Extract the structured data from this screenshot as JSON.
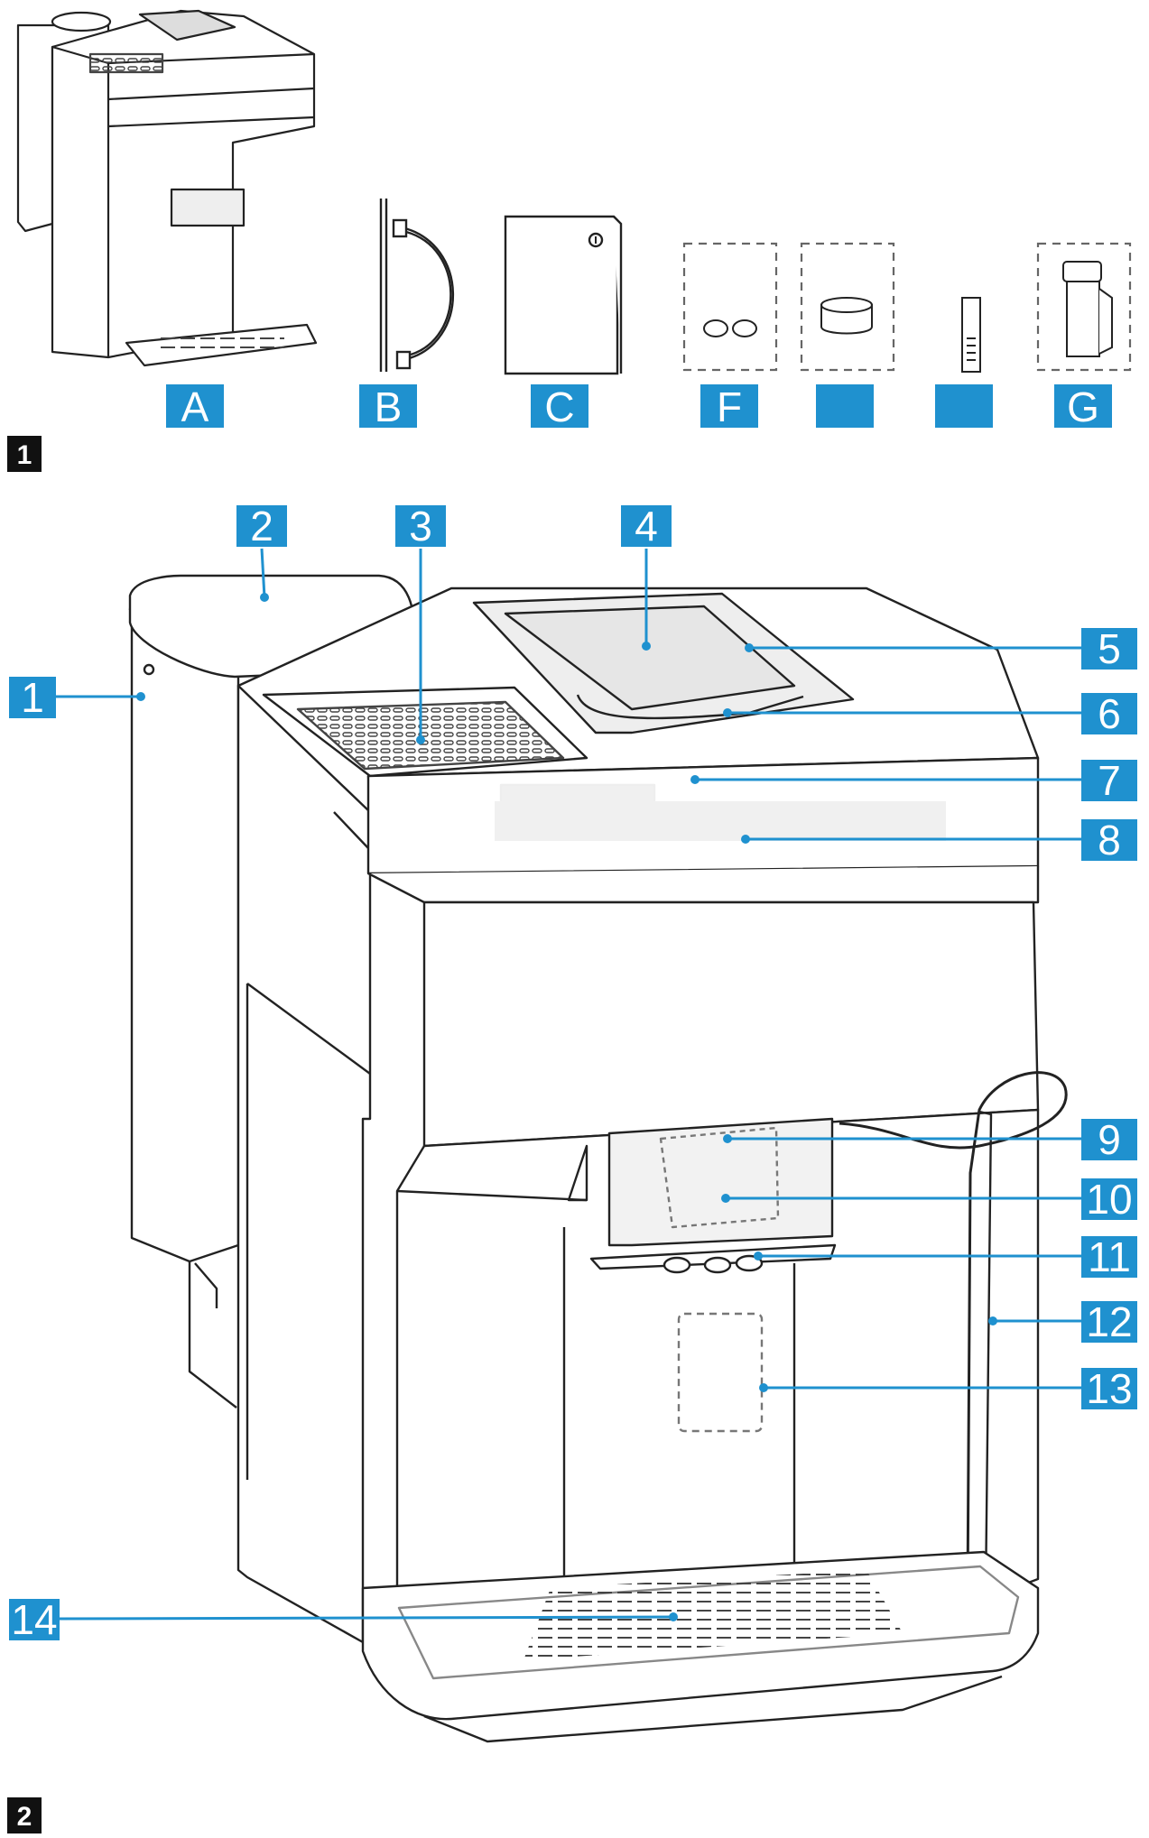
{
  "colors": {
    "badge": "#1f91cf",
    "line": "#1f91cf",
    "outline": "#222222",
    "section_badge": "#111111"
  },
  "section_labels": [
    "1",
    "2"
  ],
  "accessories": [
    {
      "id": "machine",
      "label": "A"
    },
    {
      "id": "milk-tube",
      "label": "B"
    },
    {
      "id": "manual",
      "label": "C"
    },
    {
      "id": "tablets",
      "label": "F"
    },
    {
      "id": "descaler",
      "label": ""
    },
    {
      "id": "test-strip",
      "label": ""
    },
    {
      "id": "water-filter",
      "label": "G"
    }
  ],
  "callouts": [
    {
      "id": "water-tank",
      "label": "1",
      "icon": "water-tank-icon"
    },
    {
      "id": "water-tank-lid",
      "label": "2",
      "icon": "lid-icon"
    },
    {
      "id": "cup-warmer",
      "label": "3",
      "icon": "grid-icon"
    },
    {
      "id": "bean-container-lid",
      "label": "4",
      "icon": "lid-icon"
    },
    {
      "id": "bean-container",
      "label": "5",
      "icon": "container-icon"
    },
    {
      "id": "ground-coffee-chute",
      "label": "6",
      "icon": "chute-icon"
    },
    {
      "id": "controls",
      "label": "7",
      "icon": "button-icon"
    },
    {
      "id": "display",
      "label": "8",
      "icon": "display-icon"
    },
    {
      "id": "drink-outlet-cover",
      "label": "9",
      "icon": "cover-icon"
    },
    {
      "id": "drink-outlet",
      "label": "10",
      "icon": "outlet-icon"
    },
    {
      "id": "spouts",
      "label": "11",
      "icon": "spout-icon"
    },
    {
      "id": "milk-pipe",
      "label": "12",
      "icon": "pipe-icon"
    },
    {
      "id": "type-plate",
      "label": "13",
      "icon": "plate-icon"
    },
    {
      "id": "drip-tray",
      "label": "14",
      "icon": "tray-icon"
    }
  ]
}
